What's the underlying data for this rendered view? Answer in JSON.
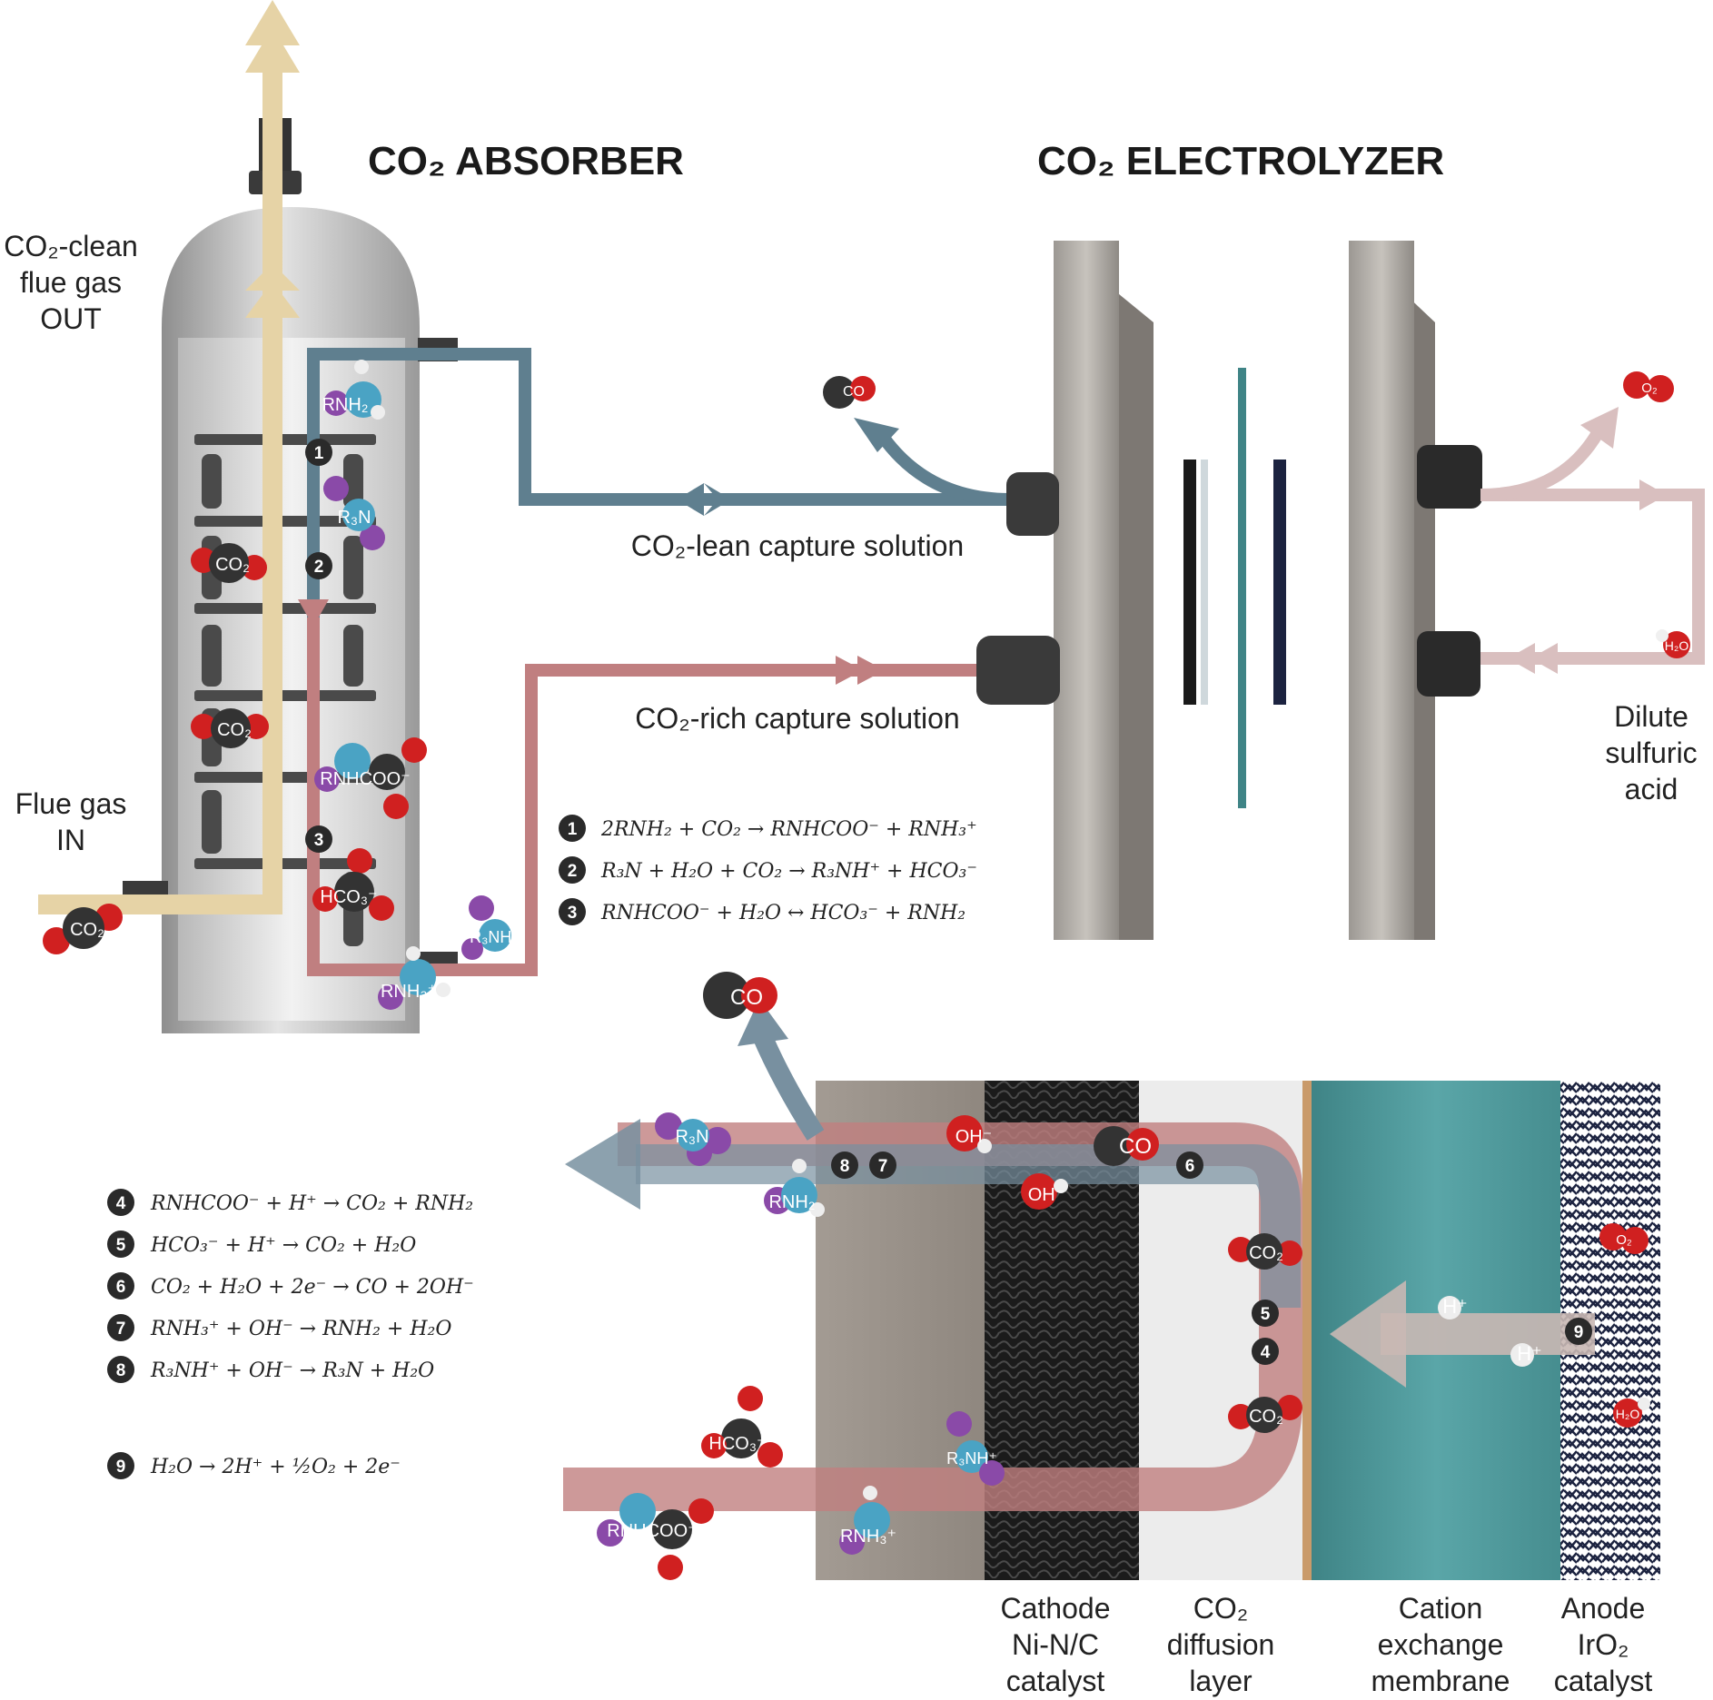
{
  "titles": {
    "absorber": "CO₂ ABSORBER",
    "electrolyzer": "CO₂ ELECTROLYZER"
  },
  "labels": {
    "clean_gas": [
      "CO₂-clean",
      "flue gas",
      "OUT"
    ],
    "flue_in": [
      "Flue gas",
      "IN"
    ],
    "lean_solution": "CO₂-lean capture solution",
    "rich_solution": "CO₂-rich capture solution",
    "acid": [
      "Dilute",
      "sulfuric",
      "acid"
    ],
    "cathode": [
      "Cathode",
      "Ni-N/C",
      "catalyst"
    ],
    "diffusion": [
      "CO₂",
      "diffusion",
      "layer"
    ],
    "membrane": [
      "Cation",
      "exchange",
      "membrane"
    ],
    "anode": [
      "Anode",
      "IrO₂",
      "catalyst"
    ]
  },
  "equations": [
    {
      "n": "1",
      "text": "2RNH₂ + CO₂ → RNHCOO⁻ + RNH₃⁺"
    },
    {
      "n": "2",
      "text": "R₃N + H₂O + CO₂ → R₃NH⁺ + HCO₃⁻"
    },
    {
      "n": "3",
      "text": "RNHCOO⁻ + H₂O ↔ HCO₃⁻ + RNH₂"
    },
    {
      "n": "4",
      "text": "RNHCOO⁻ + H⁺ → CO₂ + RNH₂"
    },
    {
      "n": "5",
      "text": "HCO₃⁻ + H⁺ → CO₂ + H₂O"
    },
    {
      "n": "6",
      "text": "CO₂ + H₂O + 2e⁻ → CO + 2OH⁻"
    },
    {
      "n": "7",
      "text": "RNH₃⁺ + OH⁻ → RNH₂ + H₂O"
    },
    {
      "n": "8",
      "text": "R₃NH⁺ + OH⁻ → R₃N + H₂O"
    },
    {
      "n": "9",
      "text": "H₂O → 2H⁺ + ½O₂ + 2e⁻"
    }
  ],
  "molecules": {
    "co2": "CO₂",
    "co": "CO",
    "o2": "O₂",
    "h2o": "H₂O",
    "rnh2": "RNH₂",
    "r3n": "R₃N",
    "rnhcoo": "RNHCOO⁻",
    "hco3": "HCO₃⁻",
    "r3nh": "R₃NH⁺",
    "rnh3": "RNH₃⁺",
    "oh": "OH⁻",
    "h": "H⁺"
  },
  "colors": {
    "flue_gas": "#e6d3a6",
    "lean": "#5f7f8f",
    "rich": "#c07f80",
    "acid": "#d9bfbf",
    "membrane": "#4f9a9c",
    "anode_catalyst": "#1c2340",
    "step_badge": "#2a2a2a",
    "oxygen": "#d02020",
    "carbon": "#333333",
    "nitrogen": "#4aa3c4",
    "r_group": "#8a4aa8"
  }
}
